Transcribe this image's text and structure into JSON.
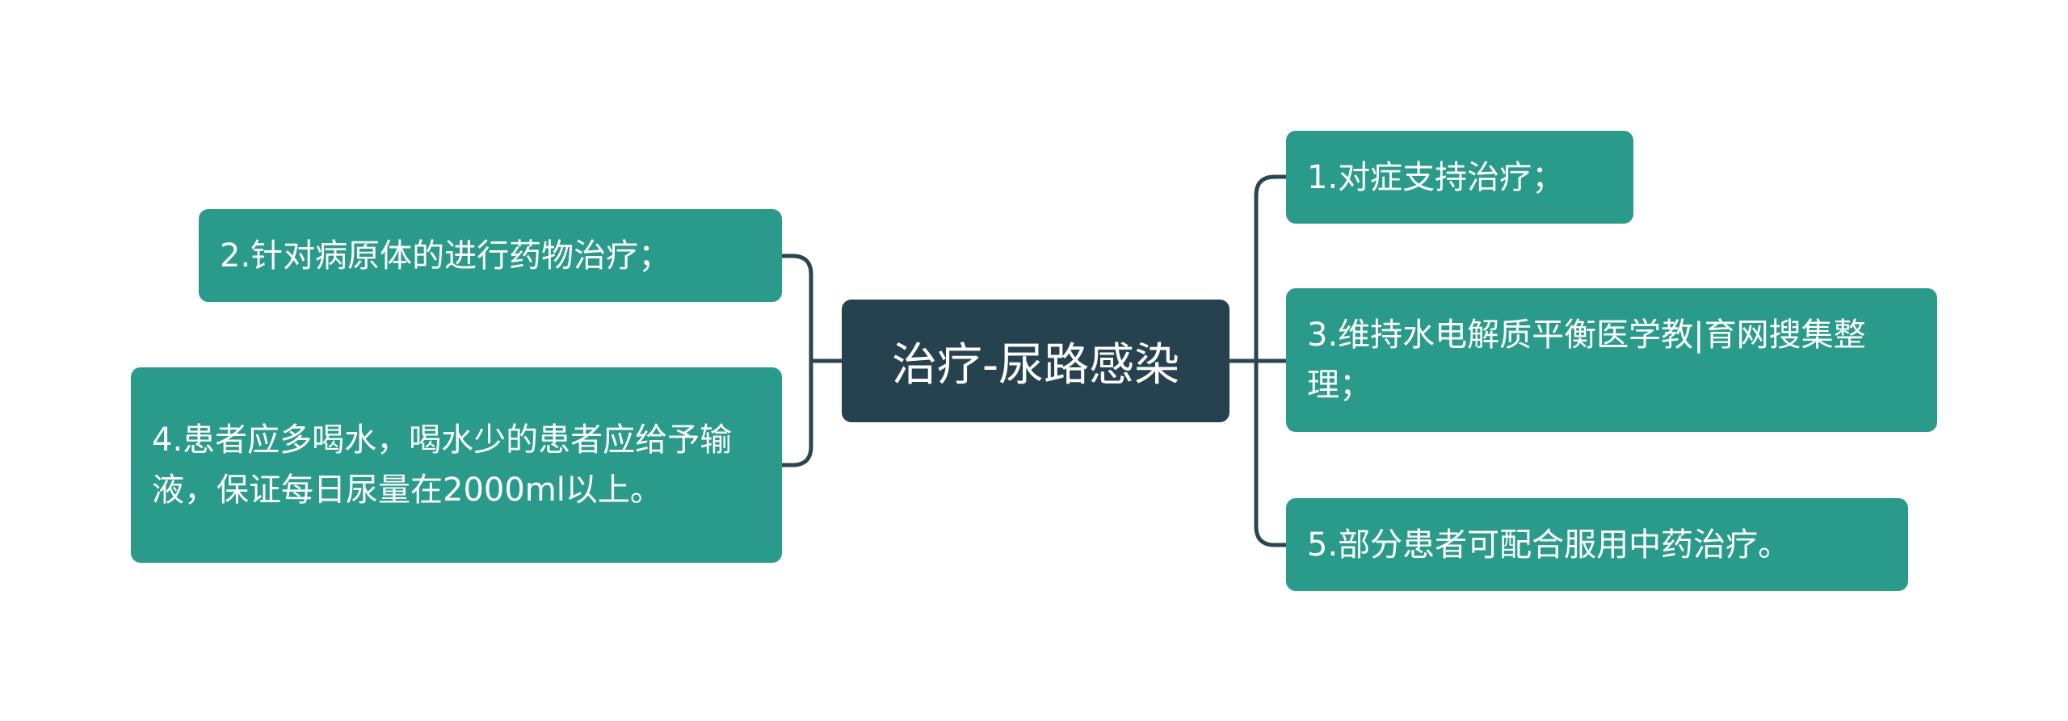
{
  "mindmap": {
    "central": "治疗-尿路感染",
    "right_nodes": [
      "1.对症支持治疗；",
      "3.维持水电解质平衡医学教|育网搜集整理；",
      "5.部分患者可配合服用中药治疗。"
    ],
    "left_nodes": [
      "2.针对病原体的进行药物治疗；",
      "4.患者应多喝水，喝水少的患者应给予输液，保证每日尿量在2000ml以上。"
    ]
  },
  "colors": {
    "central_bg": "#26424f",
    "leaf_bg": "#2a9b8a",
    "connector": "#2b4450",
    "text": "#ffffff",
    "page_bg": "#ffffff"
  }
}
